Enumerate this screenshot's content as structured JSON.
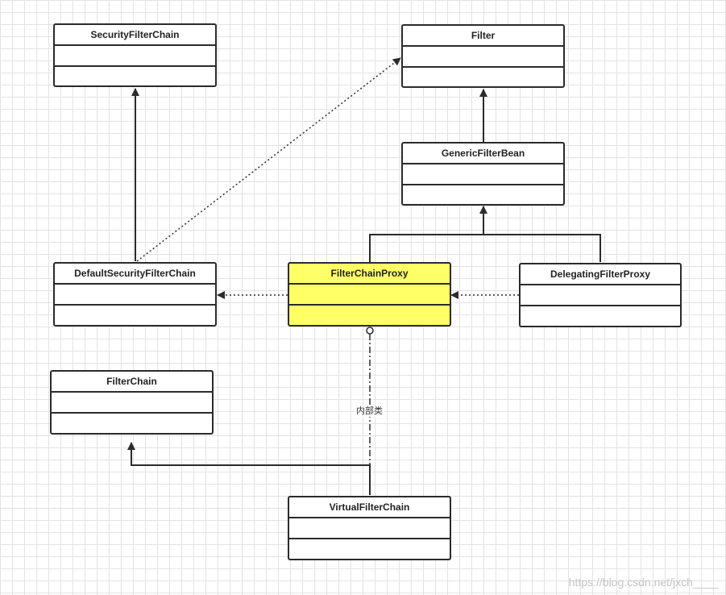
{
  "classes": {
    "security_filter_chain": "SecurityFilterChain",
    "filter": "Filter",
    "generic_filter_bean": "GenericFilterBean",
    "default_security_filter_chain": "DefaultSecurityFilterChain",
    "filter_chain_proxy": "FilterChainProxy",
    "delegating_filter_proxy": "DelegatingFilterProxy",
    "filter_chain": "FilterChain",
    "virtual_filter_chain": "VirtualFilterChain"
  },
  "edge_labels": {
    "inner_class": "内部类"
  },
  "watermark": "https://blog.csdn.net/jxch____",
  "colors": {
    "highlight": "#ffff66",
    "line": "#2b2b2b"
  }
}
